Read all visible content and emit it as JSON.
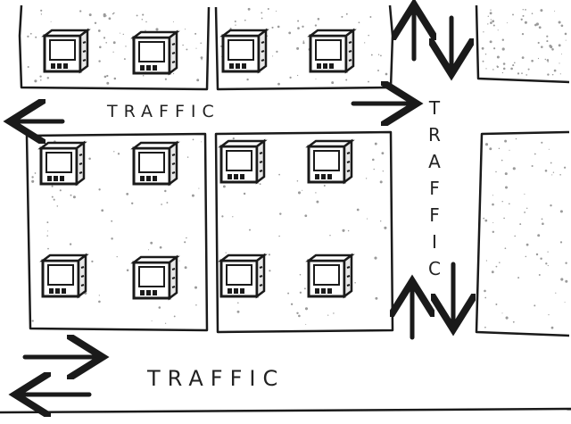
{
  "labels": {
    "street_top": "TRAFFIC",
    "street_bottom": "TRAFFIC",
    "street_vertical": "TRAFFIC"
  },
  "colors": {
    "ink": "#1a1a1a",
    "speckle": "#9a9a9a",
    "paper": "#ffffff"
  },
  "icons": {
    "building": "building-icon",
    "arrow": "arrow-icon"
  }
}
